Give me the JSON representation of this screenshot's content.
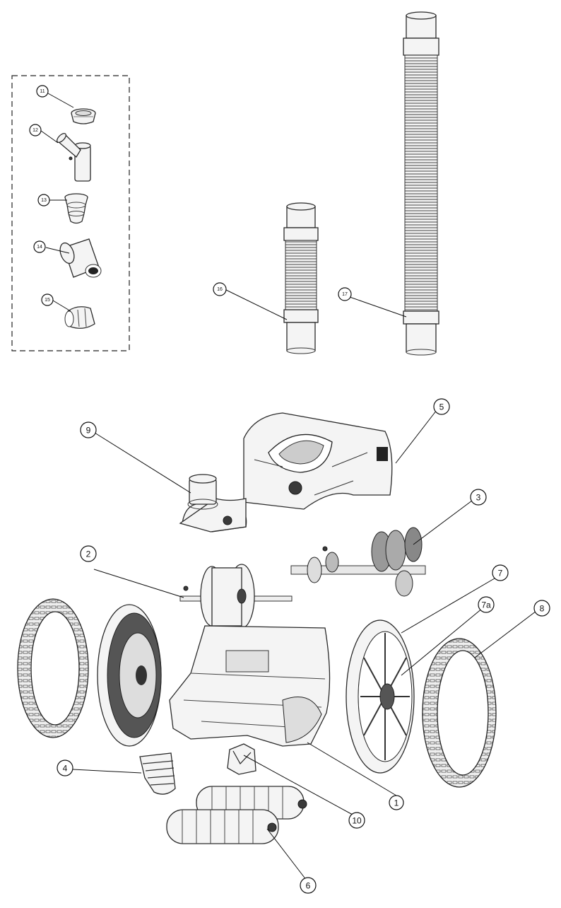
{
  "callouts": [
    {
      "id": "1",
      "label": "1"
    },
    {
      "id": "2",
      "label": "2"
    },
    {
      "id": "3",
      "label": "3"
    },
    {
      "id": "4",
      "label": "4"
    },
    {
      "id": "5",
      "label": "5"
    },
    {
      "id": "6",
      "label": "6"
    },
    {
      "id": "7",
      "label": "7"
    },
    {
      "id": "7a",
      "label": "7a"
    },
    {
      "id": "8",
      "label": "8"
    },
    {
      "id": "9",
      "label": "9"
    },
    {
      "id": "10",
      "label": "10"
    },
    {
      "id": "11",
      "label": "11"
    },
    {
      "id": "12",
      "label": "12"
    },
    {
      "id": "13",
      "label": "13"
    },
    {
      "id": "14",
      "label": "14"
    },
    {
      "id": "15",
      "label": "15"
    },
    {
      "id": "16",
      "label": "16"
    },
    {
      "id": "17",
      "label": "17"
    }
  ]
}
